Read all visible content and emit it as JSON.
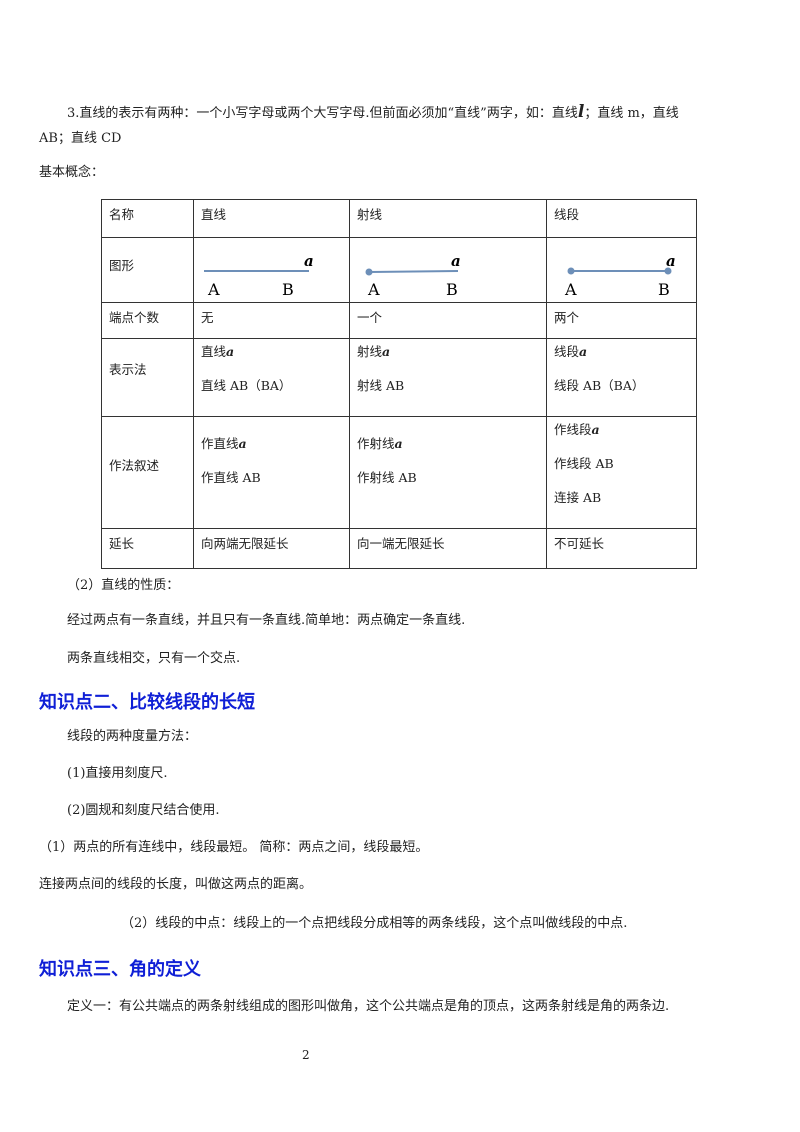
{
  "intro": {
    "line1_a": "3.直线的表示有两种：一个小写字母或两个大写字母.但前面必须加“直线”两字，如：直线",
    "line1_italic": "l",
    "line1_b": "；直线 m，直线",
    "line2": "AB；直线 CD"
  },
  "basic_concepts_label": "基本概念：",
  "table": {
    "headers": [
      "名称",
      "直线",
      "射线",
      "线段"
    ],
    "figure_label": "图形",
    "figure_letters": {
      "a": "a",
      "A": "A",
      "B": "B"
    },
    "endpoints": {
      "label": "端点个数",
      "values": [
        "无",
        "一个",
        "两个"
      ]
    },
    "notation": {
      "label": "表示法",
      "line": [
        "直线",
        "直线 AB（BA）"
      ],
      "ray": [
        "射线",
        "射线 AB"
      ],
      "segment": [
        "线段",
        "线段 AB（BA）"
      ],
      "italic": "a"
    },
    "construction": {
      "label": "作法叙述",
      "line": [
        "作直线",
        "作直线 AB"
      ],
      "ray": [
        "作射线",
        "作射线 AB"
      ],
      "segment": [
        "作线段",
        "作线段 AB",
        "连接 AB"
      ],
      "italic": "a"
    },
    "extension": {
      "label": "延长",
      "values": [
        "向两端无限延长",
        "向一端无限延长",
        "不可延长"
      ]
    }
  },
  "properties": {
    "title": "（2）直线的性质：",
    "p1": "经过两点有一条直线，并且只有一条直线.简单地：两点确定一条直线.",
    "p2": "两条直线相交，只有一个交点."
  },
  "section2": {
    "heading": "知识点二、比较线段的长短",
    "p1": "线段的两种度量方法：",
    "p2": "(1)直接用刻度尺.",
    "p3": "(2)圆规和刻度尺结合使用.",
    "p4": "（1）两点的所有连线中，线段最短。 简称：两点之间，线段最短。",
    "p5": "连接两点间的线段的长度，叫做这两点的距离。",
    "p6": "（2）线段的中点：线段上的一个点把线段分成相等的两条线段，这个点叫做线段的中点."
  },
  "section3": {
    "heading": "知识点三、角的定义",
    "p1": "定义一：有公共端点的两条射线组成的图形叫做角，这个公共端点是角的顶点，这两条射线是角的两条边."
  },
  "page_number": "2",
  "colors": {
    "heading": "#0f1fd6",
    "figure_line": "#6d8fb8"
  }
}
